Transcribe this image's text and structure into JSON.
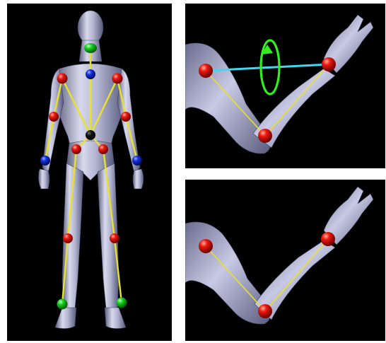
{
  "figure": {
    "panels": [
      {
        "name": "full-body-skeleton"
      },
      {
        "name": "arm-twist-view"
      },
      {
        "name": "arm-bent-view"
      }
    ]
  },
  "colors": {
    "background": "#000000",
    "figure_light": "#e6e6f6",
    "figure_mid": "#a6a8c8",
    "figure_dark": "#4e5070",
    "bone": "#e8e22a",
    "joint_red": "#e01010",
    "joint_blue": "#1030e0",
    "joint_green": "#10d020",
    "joint_black": "#000000",
    "twist_axis": "#40d8f0",
    "rotation_arrow": "#30f020"
  },
  "icons": {
    "rotation": "circular-arrow-icon"
  }
}
